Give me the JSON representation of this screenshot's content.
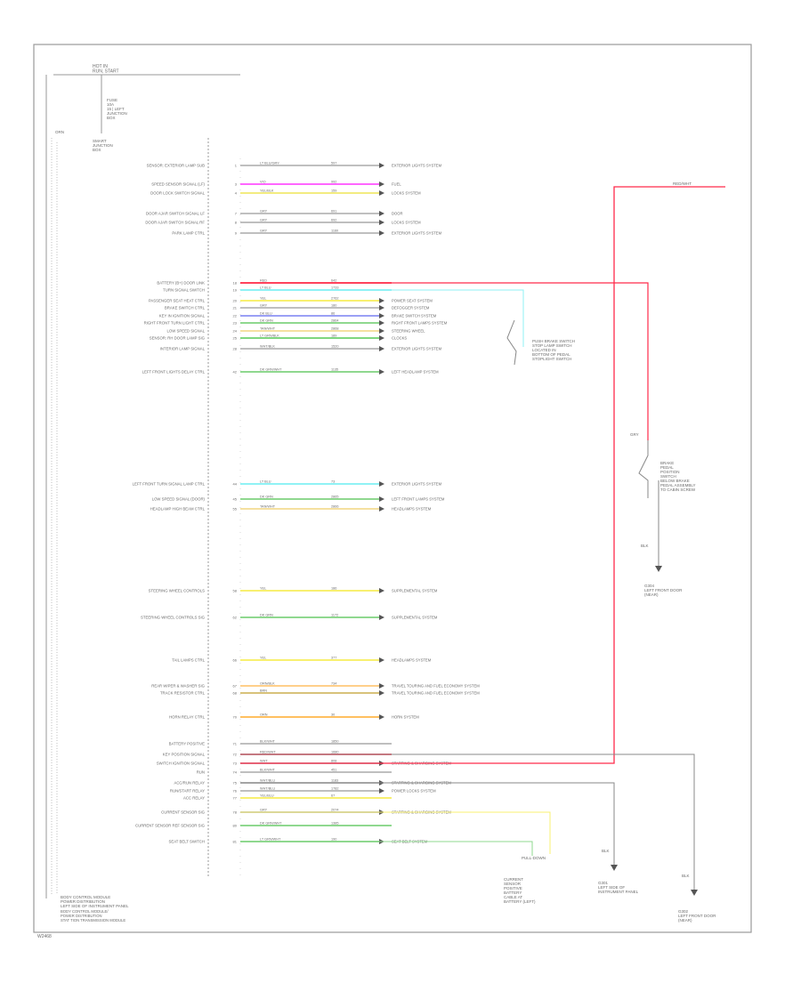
{
  "header": {
    "fuse": "HOT IN\nRUN, START",
    "fuse_detail": "FUSE\n10A",
    "fuse_label": "15 | LEFT\nJUNCTION\nBOX",
    "left_label": "ORN",
    "junction": "SMART\nJUNCTION\nBOX"
  },
  "colors": {
    "frame": "#9a9a9a",
    "wire_gray": "#bfbfbf",
    "wire_red": "#ff2a4a",
    "text": "#6a6a6a",
    "arrow": "#555555"
  },
  "module_text": "BODY CONTROL MODULE/\nPOWER DISTRIBUTION\nSTAT TION TRANSMISSION MODULE",
  "footer_id": "W2468",
  "connectors": [
    {
      "pin": "1",
      "label": "SENSOR: EXTERIOR LAMP SUB",
      "wire": "LT BLU/GRY",
      "num": "597",
      "color": "#bfbfbf",
      "dest": "EXTERIOR LIGHTS SYSTEM"
    },
    {
      "pin": "3",
      "label": "SPEED SENSOR SIGNAL (LF)",
      "wire": "VIO",
      "num": "992",
      "color": "#ff66ff",
      "dest": "FUEL"
    },
    {
      "pin": "4",
      "label": "DOOR LOCK SWITCH SIGNAL",
      "wire": "YEL/BLK",
      "num": "159",
      "color": "#f3ec80",
      "dest": "LOCKS SYSTEM"
    },
    {
      "pin": "7",
      "label": "DOOR AJAR SWITCH SIGNAL LF",
      "wire": "GRY",
      "num": "691",
      "color": "#bfbfbf",
      "dest": "DOOR"
    },
    {
      "pin": "8",
      "label": "DOOR AJAR SWITCH SIGNAL RF",
      "wire": "GRY",
      "num": "692",
      "color": "#bfbfbf",
      "dest": "LOCKS SYSTEM"
    },
    {
      "pin": "9",
      "label": "PARK LAMP CTRL",
      "wire": "GRY",
      "num": "1160",
      "color": "#bfbfbf",
      "dest": "EXTERIOR LIGHTS SYSTEM"
    },
    {
      "pin": "18",
      "label": "BATTERY (B+) DOOR LINK",
      "wire": "RED",
      "num": "642",
      "color": "#ff6a7a",
      "dest": ""
    },
    {
      "pin": "19",
      "label": "TURN SIGNAL SWITCH",
      "wire": "LT BLU",
      "num": "1733",
      "color": "#8ff2f5",
      "dest": ""
    },
    {
      "pin": "20",
      "label": "PASSENGER SEAT HEAT CTRL",
      "wire": "YEL",
      "num": "2762",
      "color": "#f8f070",
      "dest": "POWER SEAT SYSTEM"
    },
    {
      "pin": "21",
      "label": "BRAKE SWITCH CTRL",
      "wire": "GRY",
      "num": "180",
      "color": "#bfbfbf",
      "dest": "DEFOGGER SYSTEM"
    },
    {
      "pin": "22",
      "label": "KEY IN IGNITION SIGNAL",
      "wire": "DK BLU",
      "num": "86",
      "color": "#9aa0f5",
      "dest": "BRAKE SWITCH SYSTEM"
    },
    {
      "pin": "23",
      "label": "RIGHT FRONT TURN LIGHT CTRL",
      "wire": "DK GRN",
      "num": "2864",
      "color": "#8fd88f",
      "dest": "RIGHT FRONT LAMPS SYSTEM"
    },
    {
      "pin": "24",
      "label": "LOW SPEED SIGNAL",
      "wire": "TAN/WHT",
      "num": "2868",
      "color": "#f5e0a0",
      "dest": "STEERING WHEEL"
    },
    {
      "pin": "25",
      "label": "SENSOR: RH DOOR LAMP SIG",
      "wire": "LT GRN/BLK",
      "num": "189",
      "color": "#7fd67f",
      "dest": "CLOCKS"
    },
    {
      "pin": "28",
      "label": "INTERIOR LAMP SIGNAL",
      "wire": "WHT/BLK",
      "num": "1520",
      "color": "#bfbfbf",
      "dest": "EXTERIOR LIGHTS SYSTEM"
    },
    {
      "pin": "42",
      "label": "LEFT FRONT LIGHTS DELAY CTRL",
      "wire": "DK GRN/WHT",
      "num": "1135",
      "color": "#8fd88f",
      "dest": "LEFT HEADLAMP SYSTEM"
    },
    {
      "pin": "44",
      "label": "LEFT FRONT TURN SIGNAL LAMP CTRL",
      "wire": "LT BLU",
      "num": "73",
      "color": "#8ff2f5",
      "dest": "EXTERIOR LIGHTS SYSTEM"
    },
    {
      "pin": "45",
      "label": "LOW SPEED SIGNAL (DOOR)",
      "wire": "DK GRN",
      "num": "2865",
      "color": "#8fd88f",
      "dest": "LEFT FRONT LAMPS SYSTEM"
    },
    {
      "pin": "55",
      "label": "HEADLAMP HIGH BEAM CTRL",
      "wire": "TAN/WHT",
      "num": "2866",
      "color": "#f5e0a0",
      "dest": "HEADLAMPS SYSTEM"
    },
    {
      "pin": "58",
      "label": "STEERING WHEEL CONTROLS",
      "wire": "YEL",
      "num": "186",
      "color": "#f8f070",
      "dest": "SUPPLEMENTAL SYSTEM"
    },
    {
      "pin": "62",
      "label": "STEERING WHEEL CONTROLS SIG",
      "wire": "DK GRN",
      "num": "1172",
      "color": "#8fd88f",
      "dest": "SUPPLEMENTAL SYSTEM"
    },
    {
      "pin": "66",
      "label": "TAIL LAMPS CTRL",
      "wire": "YEL",
      "num": "377",
      "color": "#f8f070",
      "dest": "HEADLAMPS SYSTEM"
    },
    {
      "pin": "67",
      "label": "REAR WIPER & WASHER SIG",
      "wire": "ORN/BLK",
      "num": "734",
      "color": "#ffcf8a",
      "dest": "TRAVEL TOURING AND FUEL ECONOMY SYSTEM"
    },
    {
      "pin": "68",
      "label": "TRACK RESISTOR CTRL",
      "wire": "BRN",
      "num": "",
      "color": "#d8c27a",
      "dest": "TRAVEL TOURING AND FUEL ECONOMY SYSTEM"
    },
    {
      "pin": "70",
      "label": "HORN RELAY CTRL",
      "wire": "ORN",
      "num": "30",
      "color": "#ffc060",
      "dest": "HORN SYSTEM"
    },
    {
      "pin": "71",
      "label": "BATTERY POSITIVE",
      "wire": "BLK/WHT",
      "num": "1850",
      "color": "#bfbfbf",
      "dest": ""
    },
    {
      "pin": "72",
      "label": "KEY POSITION SIGNAL",
      "wire": "RED/WHT",
      "num": "1680",
      "color": "#ff6a7a",
      "dest": ""
    },
    {
      "pin": "73",
      "label": "SWITCH IGNITION SIGNAL",
      "wire": "WHT",
      "num": "808",
      "color": "#bfbfbf",
      "dest": "STARTING & CHARGING SYSTEM"
    },
    {
      "pin": "74",
      "label": "RUN",
      "wire": "BLK/WHT",
      "num": "451",
      "color": "#bfbfbf",
      "dest": ""
    },
    {
      "pin": "75",
      "label": "ACC/RUN RELAY",
      "wire": "WHT/BLU",
      "num": "1183",
      "color": "#bfbfbf",
      "dest": "STARTING & CHARGING SYSTEM"
    },
    {
      "pin": "76",
      "label": "RUN/START RELAY",
      "wire": "WHT/BLU",
      "num": "1782",
      "color": "#bfbfbf",
      "dest": "POWER LOCKS SYSTEM"
    },
    {
      "pin": "77",
      "label": "ACC RELAY",
      "wire": "YEL/BLU",
      "num": "67",
      "color": "#f8f070",
      "dest": ""
    },
    {
      "pin": "78",
      "label": "CURRENT SENSOR SIG",
      "wire": "GRY",
      "num": "2074",
      "color": "#bfbfbf",
      "dest": "STARTING & CHARGING SYSTEM"
    },
    {
      "pin": "80",
      "label": "CURRENT SENSOR REF SENSOR SIG",
      "wire": "DK GRN/WHT",
      "num": "1385",
      "color": "#8fd88f",
      "dest": ""
    },
    {
      "pin": "81",
      "label": "SEAT BELT SWITCH",
      "wire": "LT GRN/WHT",
      "num": "190",
      "color": "#8fd88f",
      "dest": "SEAT BELT SYSTEM"
    }
  ],
  "right_labels": {
    "red_wire": "RED/WHT",
    "switch_text": "PUSH BRAKE SWITCH\nSTOP LAMP SWITCH\nLOCATED IN\nBOTTOM OF PEDAL\nSTOPLIGHT SWITCH",
    "gray_wire": "GRY",
    "brake_switch": "BRAKE\nPEDAL\nPOSITION\nSWITCH\nBELOW BRAKE\nPEDAL ASSEMBLY\nTO CABIN SCREW",
    "g_blk": "BLK",
    "ground1": "G304\nLEFT FRONT DOOR\n(NEAR)",
    "blk2": "BLK",
    "ground2": "G301\nLEFT SIDE OF\nINSTRUMENT PANEL",
    "blk3": "BLK",
    "ground3": "G302\nLEFT FRONT DOOR\n(NEAR)",
    "bottom_module": "CURRENT\nSENSOR\nPOSITIVE\nBATTERY\nCABLE AT\nBATTERY (LEFT)",
    "arrow_end": "PULL-DOWN",
    "module_footer": "BODY CONTROL MODULE\nPOWER DISTRIBUTION\nLEFT SIDE OF INSTRUMENT PANEL"
  }
}
